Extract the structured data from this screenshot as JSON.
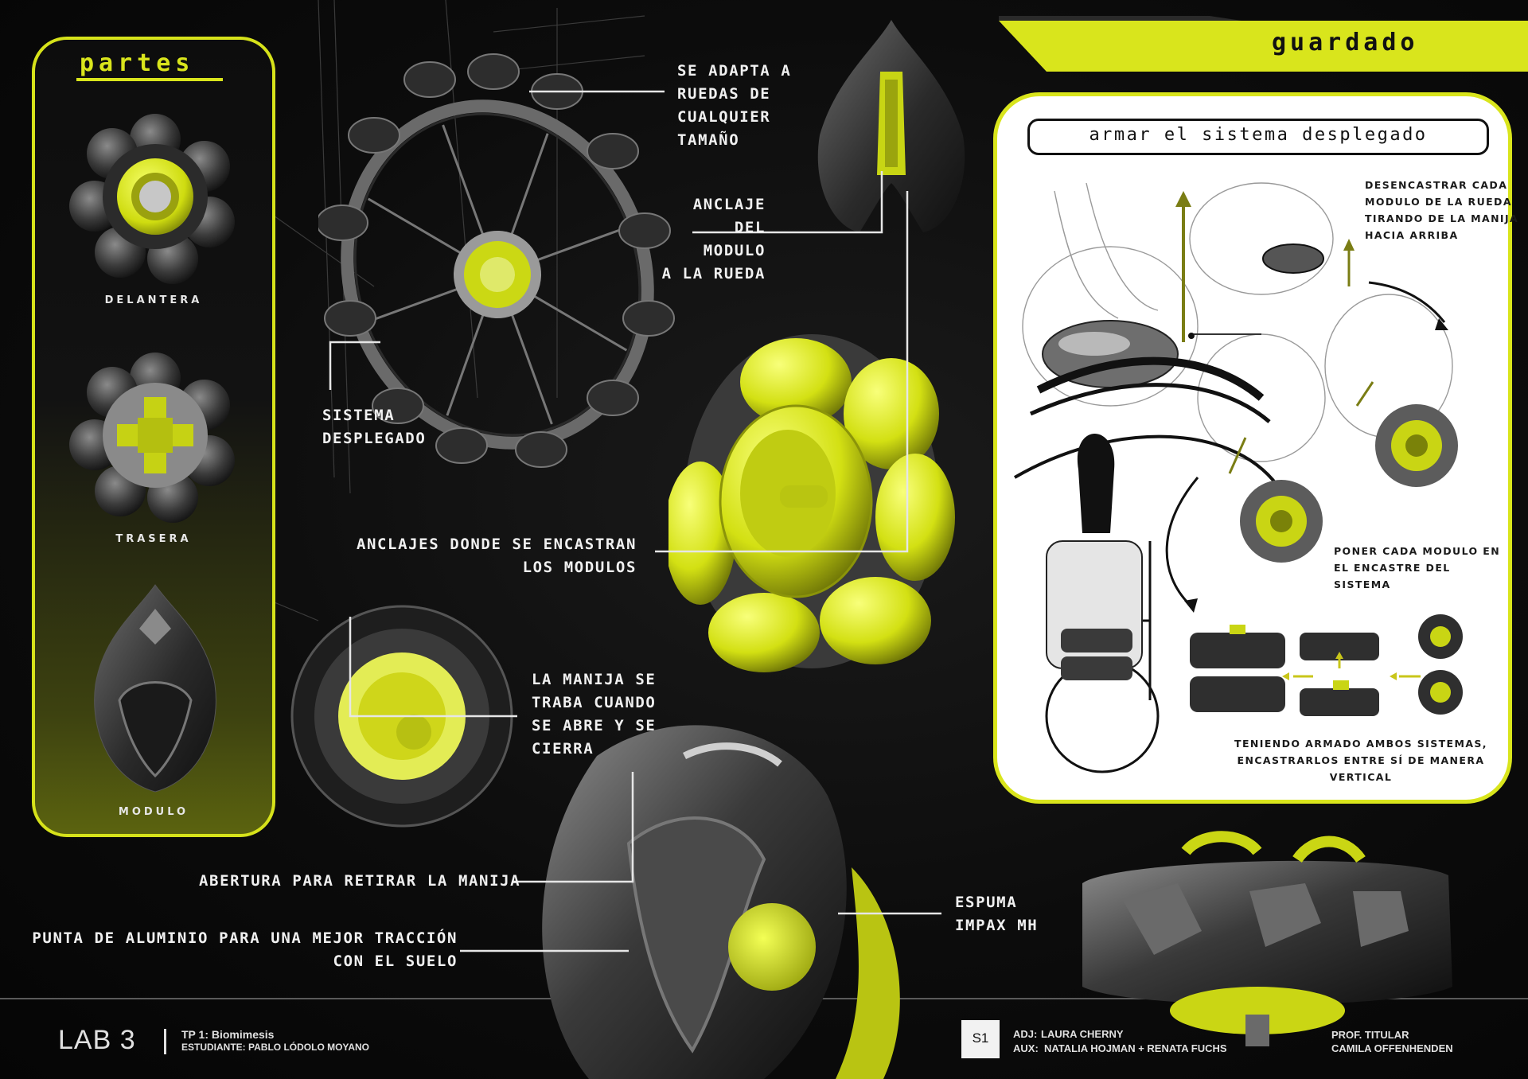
{
  "partes": {
    "title": "partes",
    "items": [
      {
        "label": "DELANTERA"
      },
      {
        "label": "TRASERA"
      },
      {
        "label": "MODULO"
      }
    ]
  },
  "guardado": {
    "title": "guardado",
    "subtitle": "armar el sistema desplegado",
    "steps": [
      "DESENCASTRAR CADA\nMODULO DE LA RUEDA\nTIRANDO DE LA MANIJA\nHACIA ARRIBA",
      "PONER CADA MODULO EN\nEL ENCASTRE DEL\nSISTEMA",
      "TENIENDO ARMADO AMBOS SISTEMAS,\nENCASTRARLOS ENTRE SÍ DE MANERA\nVERTICAL"
    ]
  },
  "annotations": {
    "adapta": "SE ADAPTA A\nRUEDAS DE\nCUALQUIER\nTAMAÑO",
    "anclaje": "ANCLAJE\nDEL\nMODULO\nA LA RUEDA",
    "sistema": "SISTEMA\nDESPLEGADO",
    "anclajes": "ANCLAJES DONDE SE ENCASTRAN\nLOS MODULOS",
    "manija": "LA MANIJA SE\nTRABA CUANDO\nSE ABRE Y SE\nCIERRA",
    "abertura": "ABERTURA PARA RETIRAR LA MANIJA",
    "punta": "PUNTA DE ALUMINIO PARA UNA MEJOR TRACCIÓN\nCON EL SUELO",
    "espuma": "ESPUMA\nIMPAX MH"
  },
  "footer": {
    "course": "LAB 3",
    "tp": "TP 1: Biomimesis",
    "student": "ESTUDIANTE: PABLO LÓDOLO MOYANO",
    "page": "S1",
    "adj_label": "ADJ:",
    "adj_name": "LAURA CHERNY",
    "aux_label": "AUX:",
    "aux_names": "NATALIA HOJMAN + RENATA FUCHS",
    "prof_label": "PROF. TITULAR",
    "prof_name": "CAMILA OFFENHENDEN"
  },
  "colors": {
    "accent": "#d9e51c",
    "background": "#0c0c0c",
    "panel": "#ffffff"
  }
}
